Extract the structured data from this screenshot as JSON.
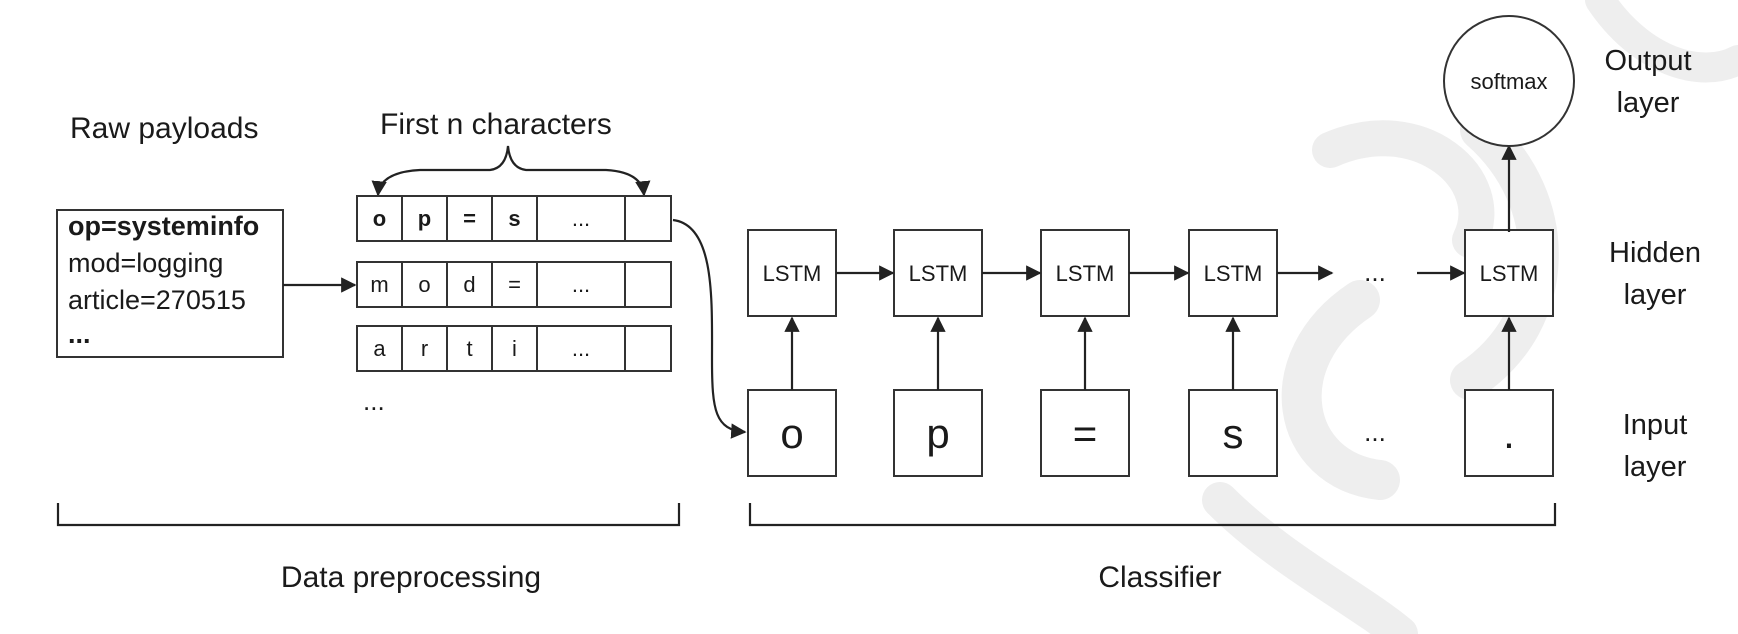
{
  "labels": {
    "raw_payloads": "Raw payloads",
    "first_n_characters": "First n characters",
    "data_preprocessing": "Data preprocessing",
    "classifier": "Classifier",
    "output_layer_1": "Output",
    "output_layer_2": "layer",
    "hidden_layer_1": "Hidden",
    "hidden_layer_2": "layer",
    "input_layer_1": "Input",
    "input_layer_2": "layer"
  },
  "payload_lines": [
    "op=systeminfo",
    "mod=logging",
    "article=270515",
    "..."
  ],
  "char_rows": [
    [
      "o",
      "p",
      "=",
      "s",
      "...",
      ""
    ],
    [
      "m",
      "o",
      "d",
      "=",
      "...",
      ""
    ],
    [
      "a",
      "r",
      "t",
      "i",
      "...",
      ""
    ]
  ],
  "rows_ellipsis": "...",
  "lstm_cells": [
    "LSTM",
    "LSTM",
    "LSTM",
    "LSTM",
    "...",
    "LSTM"
  ],
  "input_chars": [
    "o",
    "p",
    "=",
    "s",
    "...",
    "."
  ],
  "softmax": "softmax"
}
